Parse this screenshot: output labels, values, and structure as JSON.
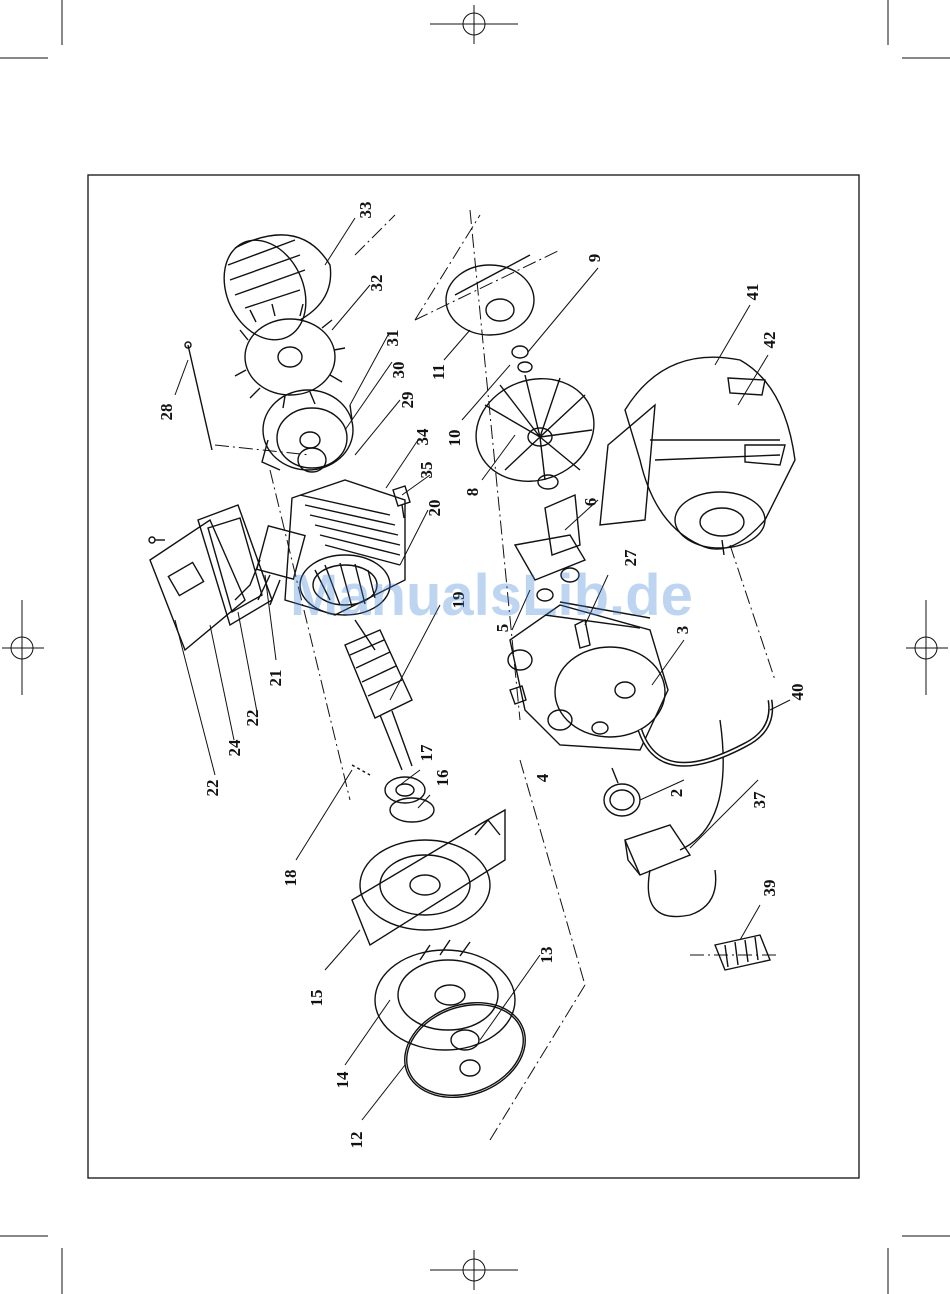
{
  "diagram": {
    "callouts": [
      "2",
      "3",
      "4",
      "5",
      "6",
      "8",
      "9",
      "10",
      "11",
      "12",
      "13",
      "14",
      "15",
      "16",
      "17",
      "18",
      "19",
      "20",
      "21",
      "22",
      "22",
      "24",
      "27",
      "28",
      "29",
      "30",
      "31",
      "32",
      "33",
      "34",
      "35",
      "37",
      "39",
      "40",
      "41",
      "42"
    ],
    "watermark": "ManualsLib.de"
  },
  "colors": {
    "ink": "#111111",
    "watermark": "#3a7fd8"
  }
}
